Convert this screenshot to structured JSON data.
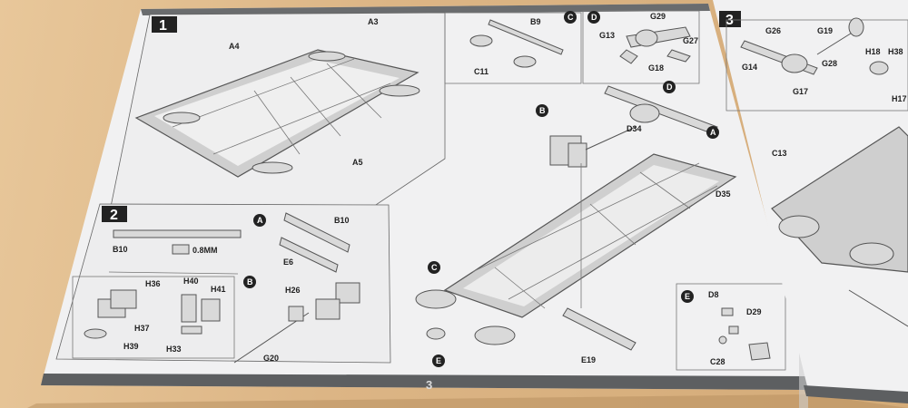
{
  "page": {
    "number": "3"
  },
  "steps": {
    "s1": "1",
    "s2": "2",
    "s3": "3"
  },
  "step1": {
    "a4": "A4",
    "a3": "A3",
    "a5": "A5"
  },
  "step2": {
    "b10_left": "B10",
    "size_note": "0.8MM",
    "callout_a": "A",
    "b10_right": "B10",
    "e6": "E6",
    "h36": "H36",
    "h37": "H37",
    "h39": "H39",
    "h40": "H40",
    "h41": "H41",
    "h33": "H33",
    "callout_b": "B",
    "h26": "H26",
    "g20": "G20"
  },
  "step3": {
    "callout_c": "C",
    "b9": "B9",
    "c11": "C11",
    "callout_d": "D",
    "g29": "G29",
    "g13": "G13",
    "g27": "G27",
    "g18": "G18",
    "callout_b": "B",
    "d34": "D34",
    "callout_d2": "D",
    "callout_a": "A",
    "d35": "D35",
    "callout_c2": "C",
    "callout_e": "E",
    "e19": "E19",
    "callout_e2": "E",
    "d8": "D8",
    "d29": "D29",
    "c28": "C28"
  },
  "next_page": {
    "g26": "G26",
    "g19": "G19",
    "g14": "G14",
    "g28": "G28",
    "g17": "G17",
    "h18": "H18",
    "h38": "H38",
    "h17": "H17",
    "c13": "C13"
  }
}
